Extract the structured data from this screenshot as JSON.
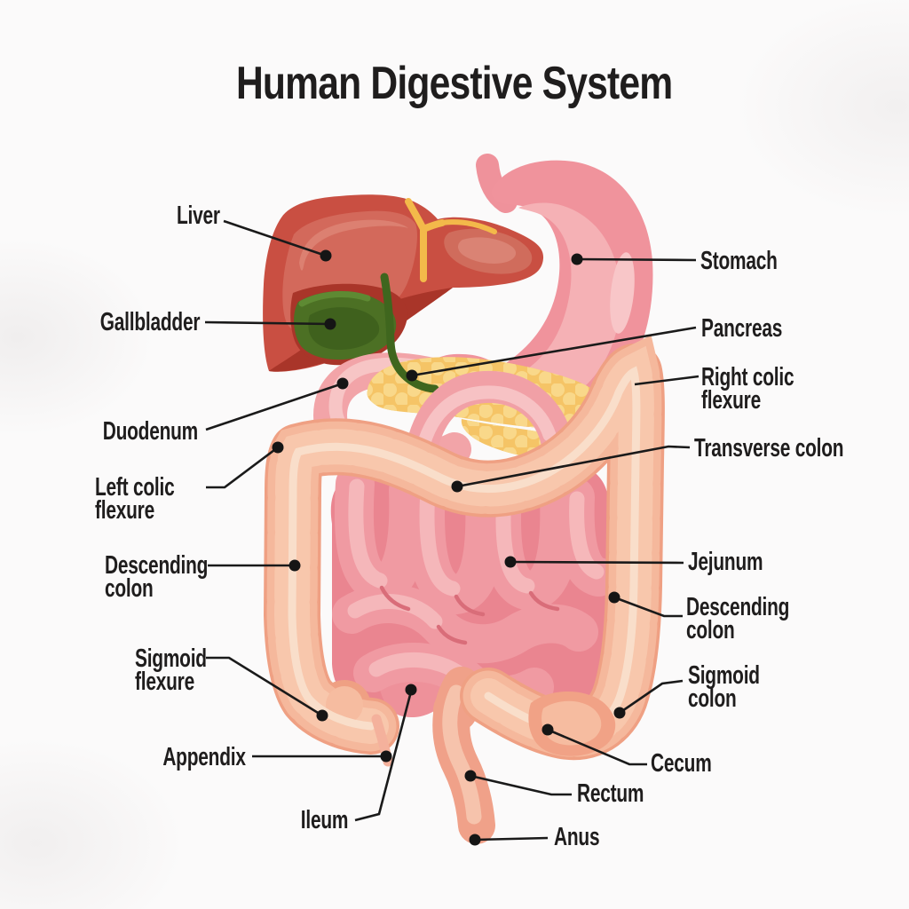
{
  "title": "Human Digestive System",
  "labels": {
    "liver": "Liver",
    "gallbladder": "Gallbladder",
    "duodenum": "Duodenum",
    "left_colic_flexure": "Left colic\nflexure",
    "descending_colon_left": "Descending\ncolon",
    "sigmoid_flexure": "Sigmoid\nflexure",
    "appendix": "Appendix",
    "ileum": "Ileum",
    "stomach": "Stomach",
    "pancreas": "Pancreas",
    "right_colic_flexure": "Right colic\nflexure",
    "transverse_colon": "Transverse colon",
    "jejunum": "Jejunum",
    "descending_colon_right": "Descending\ncolon",
    "sigmoid_colon": "Sigmoid\ncolon",
    "cecum": "Cecum",
    "rectum": "Rectum",
    "anus": "Anus"
  },
  "colors": {
    "background": "#fbfafa",
    "text": "#1f1d1d",
    "line": "#1a1a1a",
    "dot": "#151515",
    "liver": "#c94f42",
    "liver-light": "#d3695b",
    "liver-dark": "#a93529",
    "ligament": "#f3b94a",
    "gallbladder": "#4c7024",
    "gallbladder-dark": "#3f611d",
    "bile-duct": "#3f661e",
    "stomach": "#f0939c",
    "stomach-light": "#f5b1b5",
    "pancreas": "#f5c466",
    "pancreas-bump": "#f9da8e",
    "duodenum": "#f2a4a8",
    "intestine": "#ea8590",
    "intestine-coil": "#f09aa2",
    "intestine-light": "#f6b9bc",
    "colon": "#efa083",
    "colon-light": "#f5b89c",
    "colon-lighter": "#f8c9af",
    "colon-band": "#f9dfcb",
    "rectum": "#f0a189"
  }
}
